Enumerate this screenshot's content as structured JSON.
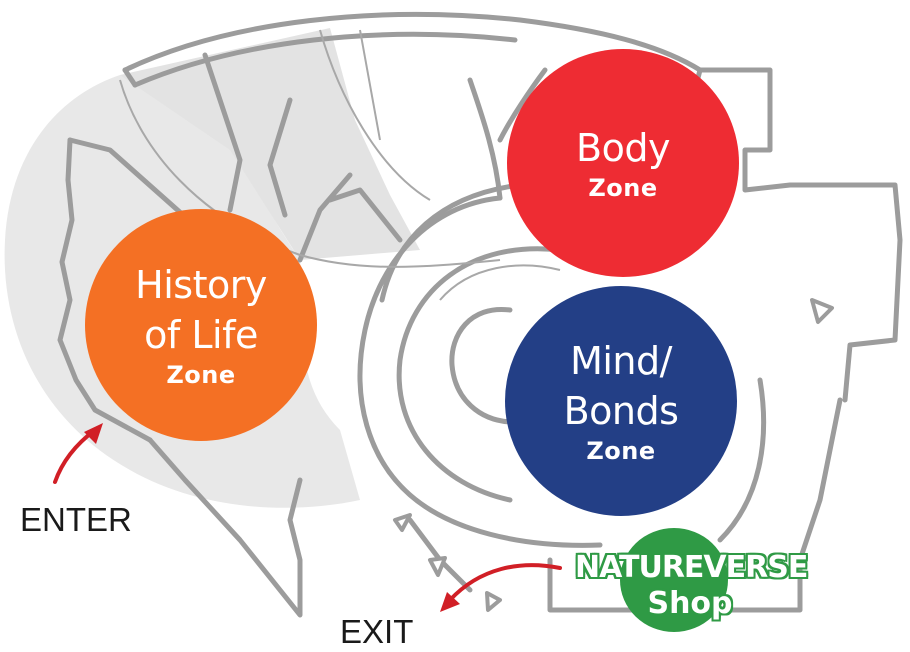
{
  "colors": {
    "body_zone": "#ee2c33",
    "history_zone": "#f47024",
    "mind_zone": "#233f86",
    "shop": "#2f9a45",
    "wall": "#9a9a9a",
    "floor_shade": "#e6e6e6",
    "arrow": "#d11f26"
  },
  "zones": {
    "body": {
      "name": "Body",
      "sub": "Zone"
    },
    "history": {
      "line1": "History",
      "line2": "of Life",
      "sub": "Zone"
    },
    "mind": {
      "line1": "Mind/",
      "line2": "Bonds",
      "sub": "Zone"
    }
  },
  "shop": {
    "brand": "NATUREVERSE",
    "sub": "Shop"
  },
  "wayfinding": {
    "enter": "ENTER",
    "exit": "EXIT"
  }
}
